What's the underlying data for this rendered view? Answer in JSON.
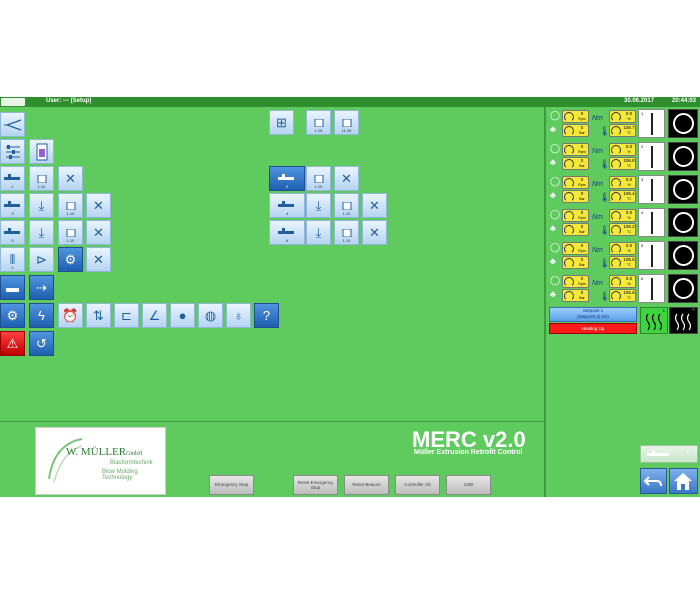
{
  "titlebar": {
    "user": "User: --- (Setup)",
    "date": "30.06.2017",
    "time": "20:44:03"
  },
  "top_tiles": {
    "t1": "1.15",
    "t2": "11.20"
  },
  "tiles": {
    "r3c2": "1.10",
    "r4c3": "1.10",
    "r5c3": "1.10",
    "mid_r1": "2",
    "mid_r1b": "1.10",
    "mid_r2": "4",
    "mid_r2b": "1.10",
    "mid_r3": "6",
    "mid_r3b": "1.10",
    "row3_num": "1",
    "row4_num": "3",
    "row5_num": "5",
    "row6_num": "1"
  },
  "brand": {
    "company": "W. MÜLLER",
    "company_suffix": "GmbH",
    "line2": "Blasformtechnik",
    "line3": "Blow Molding Technology",
    "product": "MERC v2.0",
    "product_sub": "Müller Extrusion Retrofit Control"
  },
  "buttons": {
    "emergency_stop": "Emergency Stop",
    "reset_emergency_stop": "Reset Emergency Stop",
    "reset_beacon": "Reset Beacon",
    "controller_ok": "Controller Ok",
    "usb": "USB"
  },
  "extruders": [
    {
      "rpm": "0",
      "rpm_unit": "Rpm",
      "bar": "0",
      "bar_unit": "Bar",
      "pct": "0.0",
      "pct_unit": "%",
      "temp": "106.7",
      "temp_unit": "°C",
      "nm": "Nm",
      "num": "1"
    },
    {
      "rpm": "0",
      "rpm_unit": "Rpm",
      "bar": "0",
      "bar_unit": "Bar",
      "pct": "0.0",
      "pct_unit": "%",
      "temp": "106.8",
      "temp_unit": "°C",
      "nm": "Nm",
      "num": "2"
    },
    {
      "rpm": "0",
      "rpm_unit": "Rpm",
      "bar": "0",
      "bar_unit": "Bar",
      "pct": "0.0",
      "pct_unit": "%",
      "temp": "106.4",
      "temp_unit": "°C",
      "nm": "Nm",
      "num": "3"
    },
    {
      "rpm": "0",
      "rpm_unit": "Rpm",
      "bar": "0",
      "bar_unit": "Bar",
      "pct": "0.0",
      "pct_unit": "%",
      "temp": "106.2",
      "temp_unit": "°C",
      "nm": "Nm",
      "num": "4"
    },
    {
      "rpm": "0",
      "rpm_unit": "Rpm",
      "bar": "0",
      "bar_unit": "Bar",
      "pct": "0.0",
      "pct_unit": "%",
      "temp": "106.6",
      "temp_unit": "°C",
      "nm": "Nm",
      "num": "5"
    },
    {
      "rpm": "0",
      "rpm_unit": "Rpm",
      "bar": "0",
      "bar_unit": "Bar",
      "pct": "0.0",
      "pct_unit": "%",
      "temp": "106.6",
      "temp_unit": "°C",
      "nm": "Nm",
      "num": "6"
    }
  ],
  "setpoint": {
    "label": "Setpoint 1",
    "sub": "(Setpoint 2) (%)",
    "status": "Heating Up"
  },
  "heat_indicator_num": "1",
  "colors": {
    "background": "#5fcb5f",
    "titlebar": "#2f8f2f",
    "tile": "#b5d4f0",
    "alert": "#ff1a1a",
    "gauge": "#f4e83a"
  }
}
